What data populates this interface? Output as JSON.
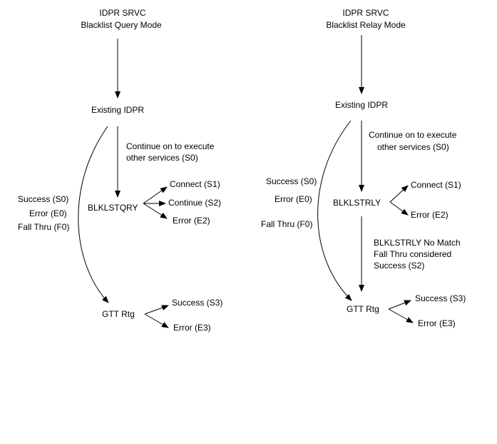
{
  "left": {
    "title_line1": "IDPR SRVC",
    "title_line2": "Blacklist Query Mode",
    "existing": "Existing IDPR",
    "continue_line1": "Continue on to execute",
    "continue_line2": "other services (S0)",
    "node": "BLKLSTQRY",
    "branches": [
      "Connect (S1)",
      "Continue (S2)",
      "Error (E2)"
    ],
    "side_labels": [
      "Success (S0)",
      "Error (E0)",
      "Fall Thru (F0)"
    ],
    "gtt": "GTT Rtg",
    "gtt_branches": [
      "Success (S3)",
      "Error (E3)"
    ]
  },
  "right": {
    "title_line1": "IDPR SRVC",
    "title_line2": "Blacklist Relay Mode",
    "existing": "Existing IDPR",
    "continue_line1": "Continue on to execute",
    "continue_line2": "other services (S0)",
    "side_labels": [
      "Success (S0)",
      "Error (E0)",
      "Fall Thru (F0)"
    ],
    "node": "BLKLSTRLY",
    "branches": [
      "Connect (S1)",
      "Error (E2)"
    ],
    "nomatch_line1": "BLKLSTRLY No Match",
    "nomatch_line2": "Fall Thru considered",
    "nomatch_line3": "Success (S2)",
    "gtt": "GTT Rtg",
    "gtt_branches": [
      "Success (S3)",
      "Error (E3)"
    ]
  }
}
